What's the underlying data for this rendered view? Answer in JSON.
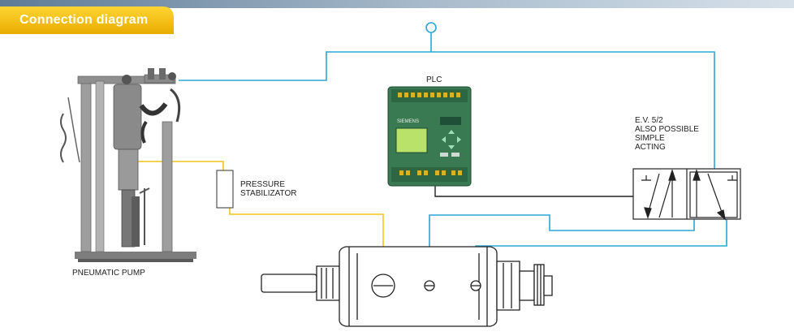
{
  "header": {
    "title": "Connection diagram"
  },
  "labels": {
    "plc": "PLC",
    "plc_brand": "SIEMENS",
    "ev_line1": "E.V. 5/2",
    "ev_line2": "ALSO POSSIBLE",
    "ev_line3": "SIMPLE",
    "ev_line4": "ACTING",
    "stabilizer_line1": "PRESSURE",
    "stabilizer_line2": "STABILIZATOR",
    "pump": "PNEUMATIC PUMP"
  },
  "colors": {
    "air_line": "#2aa7d6",
    "signal_line": "#f2c41a",
    "electric_line": "#222222",
    "header_fill": "#f4c20d",
    "plc_body": "#3a7a52",
    "plc_screen": "#b9e26b"
  }
}
